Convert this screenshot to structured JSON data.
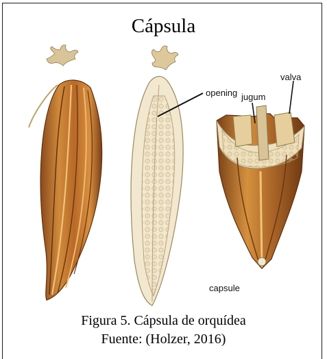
{
  "figure": {
    "title": "Cápsula",
    "labels": {
      "opening": "opening",
      "jugum": "jugum",
      "valva": "valva",
      "capsule": "capsule"
    },
    "caption_line1": "Figura 5. Cápsula de orquídea",
    "caption_line2": "Fuente: (Holzer, 2016)"
  },
  "colors": {
    "capsule_dark": "#8a4a1c",
    "capsule_mid": "#c87a33",
    "capsule_light": "#e8a858",
    "section_cream": "#f2e8cf",
    "seeds": "#d8c7a0"
  }
}
